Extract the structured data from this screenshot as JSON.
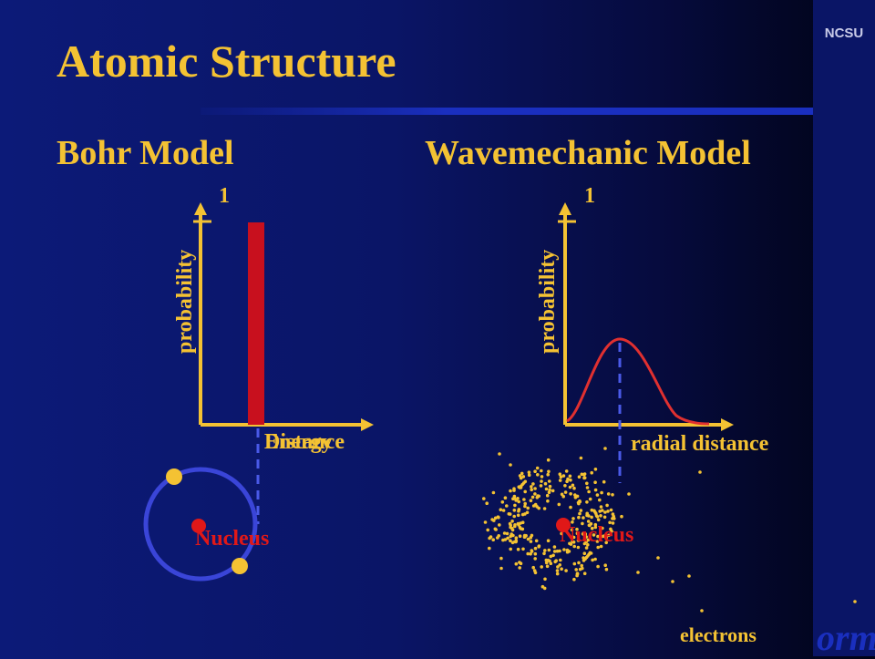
{
  "header": {
    "title": "Atomic Structure",
    "badge": "NCSU",
    "footer_logo": "orml"
  },
  "bohr": {
    "title": "Bohr Model",
    "ylabel": "probability",
    "ytick": "1",
    "xlabel_overlap_1": "Distance",
    "xlabel_overlap_2": "Energy",
    "nucleus_label": "Nucleus",
    "electron_count": 2,
    "peak_probability": 1
  },
  "wave": {
    "title": "Wavemechanic Model",
    "ylabel": "probability",
    "ytick": "1",
    "xlabel": "radial distance",
    "nucleus_label": "Nucleus",
    "cloud_label": "electrons"
  },
  "colors": {
    "text_accent": "#f4c233",
    "bar": "#c8101e",
    "curve": "#e03030",
    "orbit": "#3a45d8",
    "dashed": "#4a5ae8",
    "nucleus": "#e01818",
    "electron": "#f4c233",
    "axis": "#f4c233"
  }
}
